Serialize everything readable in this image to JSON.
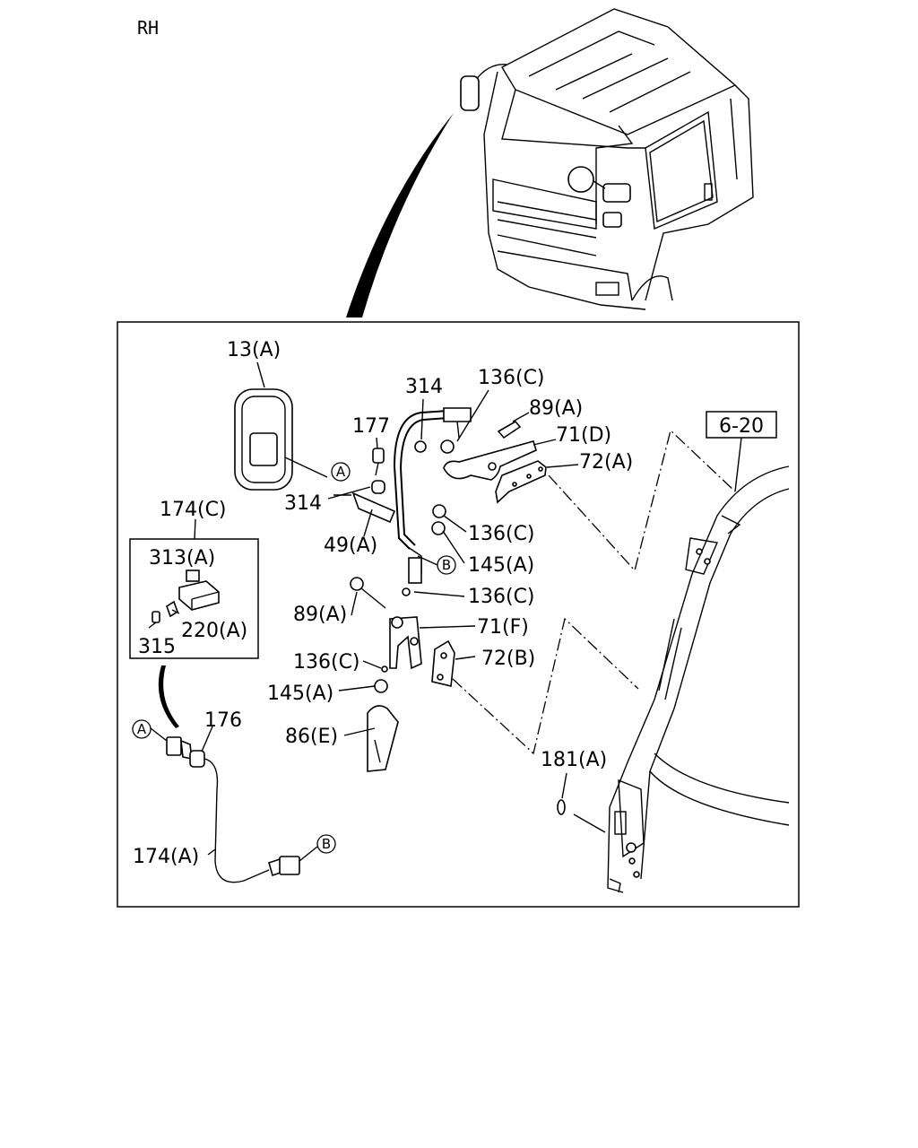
{
  "side_label": "RH",
  "ref_box": "6-20",
  "callouts": {
    "c13A": "13(A)",
    "c314a": "314",
    "c136Ca": "136(C)",
    "c89Aa": "89(A)",
    "c177": "177",
    "c71D": "71(D)",
    "c72A": "72(A)",
    "c314b": "314",
    "c174C": "174(C)",
    "c49A": "49(A)",
    "c136Cb": "136(C)",
    "c145Aa": "145(A)",
    "c313A": "313(A)",
    "c136Cc": "136(C)",
    "c89Ab": "89(A)",
    "c220A": "220(A)",
    "c71F": "71(F)",
    "c315": "315",
    "c136Cd": "136(C)",
    "c72B": "72(B)",
    "c145Ab": "145(A)",
    "c176": "176",
    "c86E": "86(E)",
    "c181A": "181(A)",
    "c174A": "174(A)"
  },
  "connectors": {
    "A": "A",
    "B": "B"
  }
}
